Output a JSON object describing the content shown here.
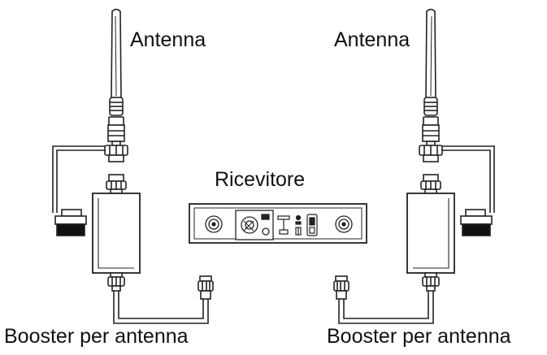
{
  "labels": {
    "antenna_left": "Antenna",
    "antenna_right": "Antenna",
    "receiver": "Ricevitore",
    "booster_left": "Booster per antenna",
    "booster_right": "Booster per antenna"
  },
  "colors": {
    "line": "#222222",
    "fill": "#ffffff",
    "dark": "#111111",
    "background": "#ffffff"
  }
}
